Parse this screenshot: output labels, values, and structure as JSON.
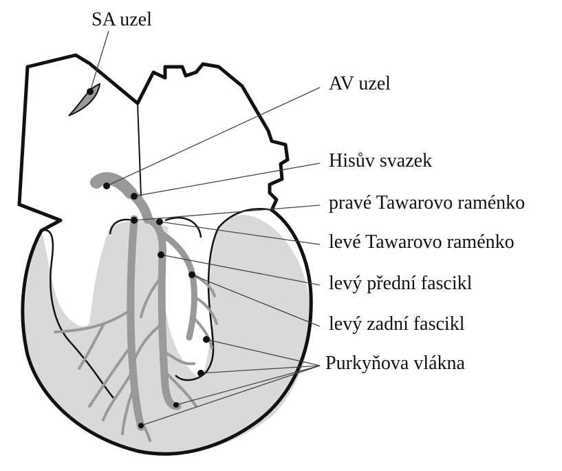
{
  "labels": {
    "sa_node": "SA uzel",
    "av_node": "AV uzel",
    "his_bundle": "Hisův svazek",
    "right_bundle_branch": "pravé Tawarovo raménko",
    "left_bundle_branch": "levé Tawarovo raménko",
    "left_anterior_fascicle": "levý přední fascikl",
    "left_posterior_fascicle": "levý zadní fascikl",
    "purkinje_fibers": "Purkyňova vlákna"
  },
  "colors": {
    "outline": "#111111",
    "conduction_tissue": "#999999",
    "ventricle_fill": "#d9d9d9",
    "background": "#ffffff"
  }
}
